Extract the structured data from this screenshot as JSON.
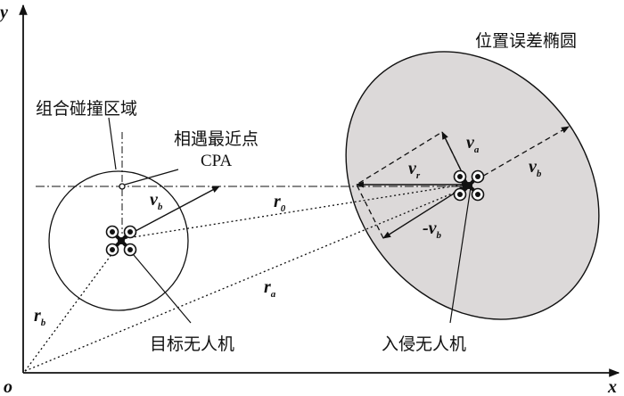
{
  "axes": {
    "x_label": "x",
    "y_label": "y",
    "origin_label": "o"
  },
  "labels": {
    "ellipse": "位置误差椭圆",
    "combined_zone": "组合碰撞区域",
    "cpa_cn": "相遇最近点",
    "cpa_en": "CPA",
    "target_uav": "目标无人机",
    "intruder_uav": "入侵无人机"
  },
  "vectors": {
    "vb": {
      "base": "v",
      "sub": "b"
    },
    "vr": {
      "base": "v",
      "sub": "r"
    },
    "va": {
      "base": "v",
      "sub": "a"
    },
    "vb2": {
      "base": "v",
      "sub": "b"
    },
    "neg_vb": {
      "base": "-v",
      "sub": "b"
    },
    "r0": {
      "base": "r",
      "sub": "0"
    },
    "ra": {
      "base": "r",
      "sub": "a"
    },
    "rb": {
      "base": "r",
      "sub": "b"
    }
  },
  "colors": {
    "ellipse_fill": "#dcd9d9",
    "stroke": "#111111",
    "background": "#ffffff"
  }
}
